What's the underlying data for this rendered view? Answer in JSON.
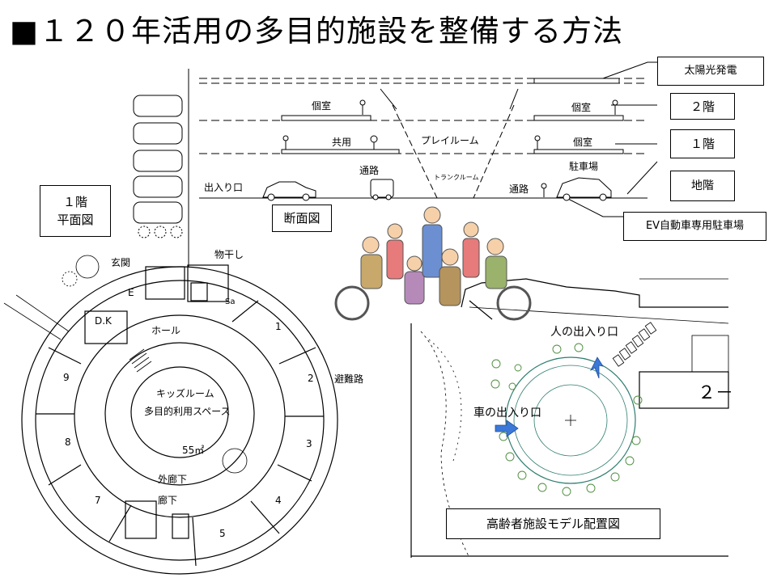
{
  "title": "■１２０年活用の多目的施設を整備する方法",
  "section": {
    "name": "断面図",
    "legend": [
      "太陽光発電",
      "２階",
      "１階",
      "地階",
      "EV自動車専用駐車場"
    ],
    "rooms": {
      "room_left_2f": "個室",
      "room_right_2f": "個室",
      "shared": "共用",
      "playroom": "プレイルーム",
      "room_right_1f": "個室",
      "passage_left": "通路",
      "parking": "駐車場",
      "trunk": "トランクルーム",
      "entrance": "出入り口",
      "passage_right": "通路"
    }
  },
  "floorplan": {
    "name_line1": "１階",
    "name_line2": "平面図",
    "labels": {
      "genkan": "玄関",
      "monohoshi": "物干し",
      "e": "E",
      "dk": "D.K",
      "sa": "Sa",
      "hall": "ホール",
      "kids": "キッズルーム",
      "multi": "多目的利用スペース",
      "area": "55㎡",
      "outer": "外廊下",
      "corridor": "廊下",
      "evac": "避難路"
    },
    "units": [
      "1",
      "2",
      "3",
      "4",
      "5",
      "7",
      "8",
      "9"
    ]
  },
  "siteplan": {
    "name": "高齢者施設モデル配置図",
    "people_entrance": "人の出入り口",
    "car_entrance": "車の出入り口",
    "block": "２－"
  }
}
